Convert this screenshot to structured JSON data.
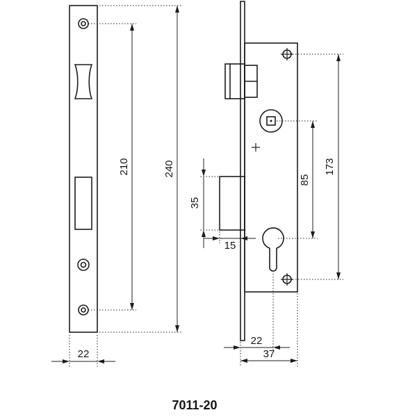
{
  "title": "7011-20",
  "left_view": {
    "label": "strike-plate-front-view",
    "dims": {
      "hole_spacing": "210",
      "overall_height": "240",
      "plate_width": "22"
    }
  },
  "right_view": {
    "label": "lock-case-side-view",
    "dims": {
      "deadbolt_cutout_height": "35",
      "deadbolt_projection": "15",
      "centre_distance": "85",
      "fixing_hole_spacing": "173",
      "backset": "22",
      "case_depth": "37"
    }
  },
  "colors": {
    "line": "#1c1c1c",
    "text": "#161616",
    "background": "#ffffff"
  }
}
